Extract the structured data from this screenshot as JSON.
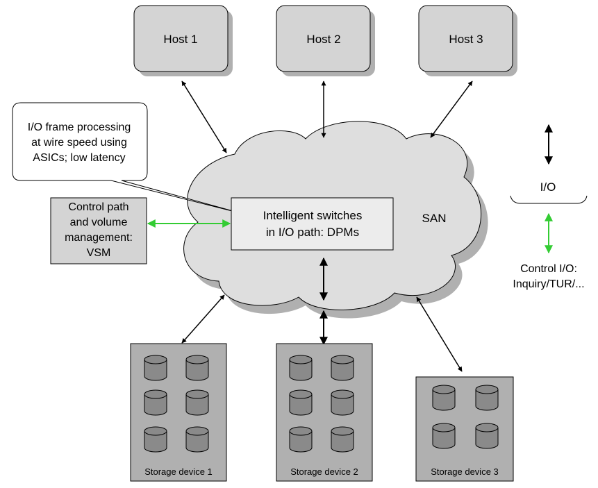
{
  "hosts": [
    "Host 1",
    "Host 2",
    "Host 3"
  ],
  "callout": {
    "lines": [
      "I/O frame processing",
      "at wire speed using",
      "ASICs; low latency"
    ]
  },
  "vsm": {
    "lines": [
      "Control path",
      "and volume",
      "management:",
      "VSM"
    ]
  },
  "switch_box": {
    "lines": [
      "Intelligent switches",
      "in I/O path: DPMs"
    ]
  },
  "cloud_label": "SAN",
  "legend": {
    "io_label": "I/O",
    "control_lines": [
      "Control I/O:",
      "Inquiry/TUR/..."
    ]
  },
  "storage": [
    "Storage device 1",
    "Storage device 2",
    "Storage device 3"
  ],
  "colors": {
    "box_fill": "#d4d4d4",
    "cloud_fill": "#dedede",
    "shadow": "#b0b0b0",
    "disk_fill": "#8a8a8a",
    "control_arrow": "#33cc33",
    "io_arrow": "#000000"
  }
}
